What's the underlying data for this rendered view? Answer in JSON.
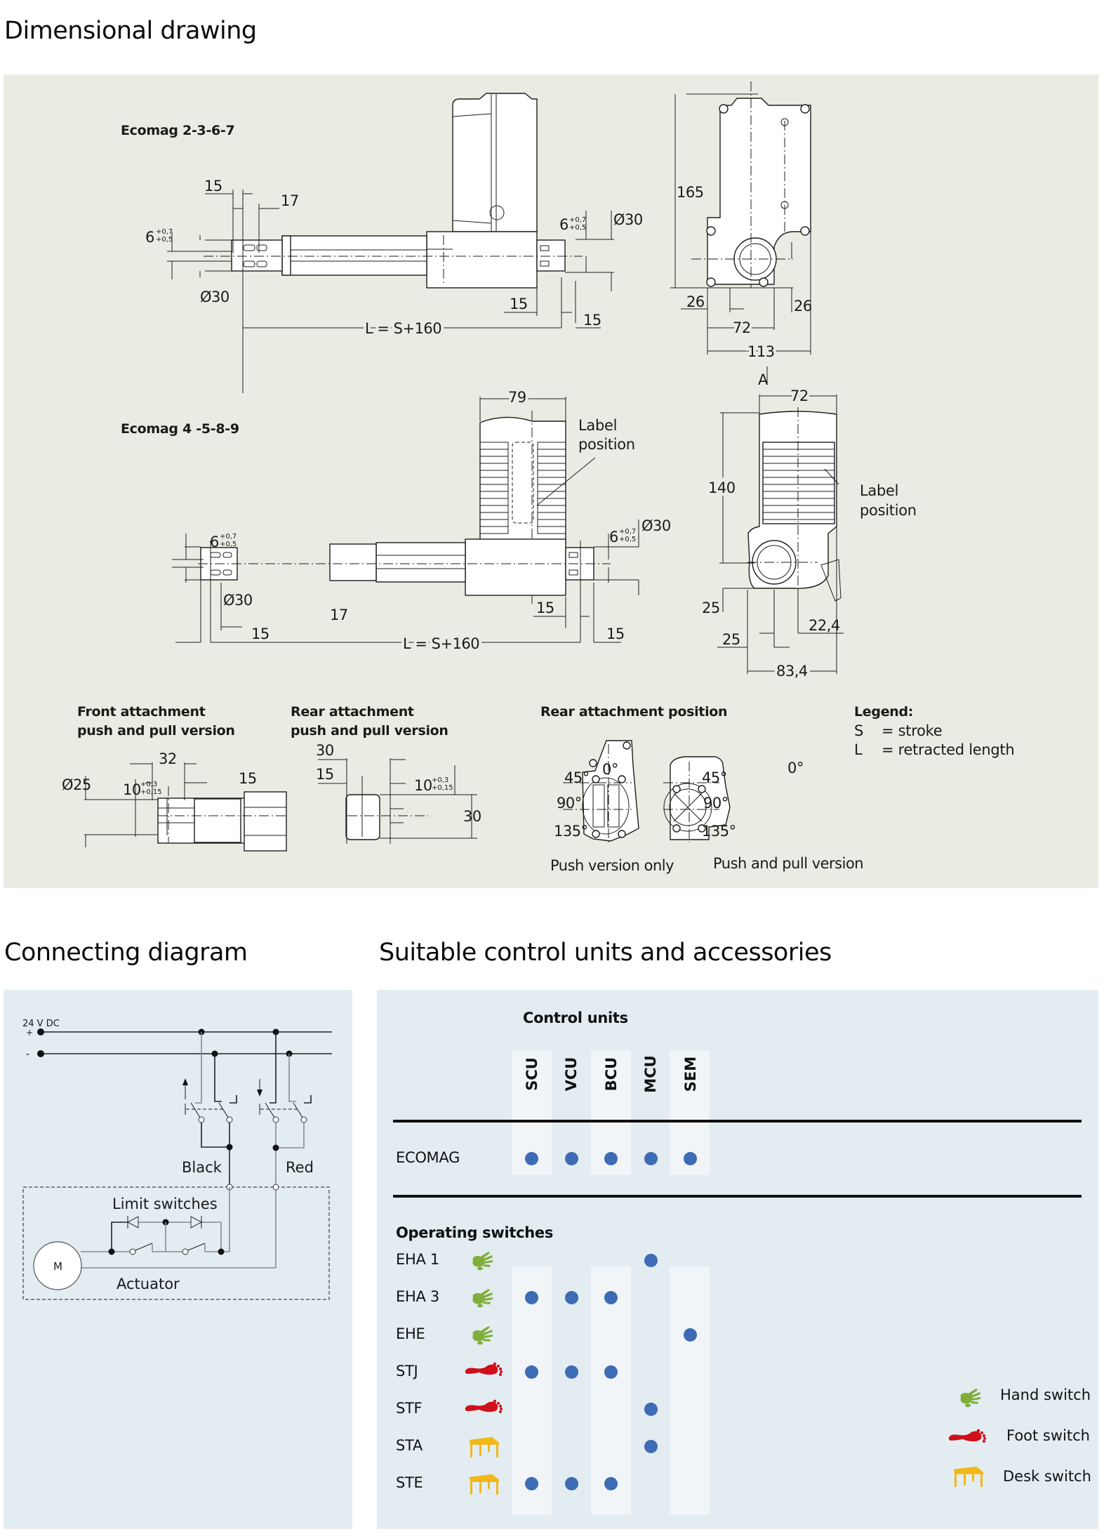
{
  "dimensional": {
    "title": "Dimensional drawing",
    "model_a": {
      "label": "Ecomag 2-3-6-7",
      "front_dims": {
        "d15a": "15",
        "d17": "17",
        "tol6": "6",
        "tol_up": "+0,7",
        "tol_dn": "+0,5",
        "dia30": "Ø30",
        "d15b": "15",
        "d15c": "15",
        "length": "L = S+160",
        "dia30r": "Ø30",
        "tol6r": "6",
        "tol_up_r": "+0,7",
        "tol_dn_r": "+0,5"
      },
      "side_dims": {
        "h165": "165",
        "w26a": "26",
        "w26b": "26",
        "w72": "72",
        "w113": "113"
      }
    },
    "model_b": {
      "label": "Ecomag 4 -5-8-9",
      "front_dims": {
        "w79": "79",
        "label_pos": [
          "Label",
          "position"
        ],
        "tol6": "6",
        "tol_up": "+0,7",
        "tol_dn": "+0,5",
        "dia30": "Ø30",
        "d17": "17",
        "d15a": "15",
        "length": "L = S+160",
        "d15b": "15",
        "d15c": "15",
        "tol6r": "6",
        "tol_up_r": "+0,7",
        "tol_dn_r": "+0,5",
        "dia30r": "Ø30"
      },
      "side_dims": {
        "view": "A",
        "w72": "72",
        "h140": "140",
        "label_pos": [
          "Label",
          "position"
        ],
        "h25": "25",
        "w25": "25",
        "w22_4": "22,4",
        "w83_4": "83,4"
      }
    },
    "front_attachment": {
      "title": [
        "Front attachment",
        "push and pull version"
      ],
      "dims": {
        "dia25": "Ø25",
        "d32": "32",
        "d15": "15",
        "tol10": "10",
        "tol_up": "+0,3",
        "tol_dn": "+0,15"
      }
    },
    "rear_attachment": {
      "title": [
        "Rear attachment",
        "push and pull version"
      ],
      "dims": {
        "d30": "30",
        "d15": "15",
        "tol10": "10",
        "tol_up": "+0,3",
        "tol_dn": "+0,15",
        "h30": "30"
      }
    },
    "rear_position": {
      "title": "Rear attachment position",
      "push_only": {
        "angles": [
          "45°",
          "0°",
          "90°",
          "135°"
        ],
        "caption": "Push version only"
      },
      "push_pull": {
        "angles": [
          "45°",
          "0°",
          "90°",
          "135°"
        ],
        "caption": "Push and pull version"
      }
    },
    "legend": {
      "title": "Legend:",
      "items": [
        {
          "key": "S",
          "value": "= stroke"
        },
        {
          "key": "L",
          "value": "= retracted length"
        }
      ]
    }
  },
  "connecting": {
    "title": "Connecting diagram",
    "supply": "24 V DC",
    "plus": "+",
    "minus": "-",
    "black": "Black",
    "red": "Red",
    "limit_switches": "Limit switches",
    "motor": "M",
    "actuator": "Actuator"
  },
  "accessories": {
    "title": "Suitable control units and accessories",
    "control_units_label": "Control units",
    "columns": [
      "SCU",
      "VCU",
      "BCU",
      "MCU",
      "SEM"
    ],
    "actuators": [
      {
        "name": "ECOMAG",
        "compat": [
          true,
          true,
          true,
          true,
          true
        ]
      }
    ],
    "switches_label": "Operating switches",
    "switches": [
      {
        "name": "EHA 1",
        "type": "hand",
        "compat": [
          false,
          false,
          false,
          true,
          false
        ]
      },
      {
        "name": "EHA 3",
        "type": "hand",
        "compat": [
          true,
          true,
          true,
          false,
          false
        ]
      },
      {
        "name": "EHE",
        "type": "hand",
        "compat": [
          false,
          false,
          false,
          false,
          true
        ]
      },
      {
        "name": "STJ",
        "type": "foot",
        "compat": [
          true,
          true,
          true,
          false,
          false
        ]
      },
      {
        "name": "STF",
        "type": "foot",
        "compat": [
          false,
          false,
          false,
          true,
          false
        ]
      },
      {
        "name": "STA",
        "type": "desk",
        "compat": [
          false,
          false,
          false,
          true,
          false
        ]
      },
      {
        "name": "STE",
        "type": "desk",
        "compat": [
          true,
          true,
          true,
          false,
          false
        ]
      }
    ],
    "legend": [
      {
        "type": "hand",
        "label": "Hand switch"
      },
      {
        "type": "foot",
        "label": "Foot switch"
      },
      {
        "type": "desk",
        "label": "Desk switch"
      }
    ],
    "colors": {
      "dot": "#3e6bb5",
      "hand": "#7fae3a",
      "foot": "#d0101b",
      "desk": "#f2b818"
    }
  }
}
